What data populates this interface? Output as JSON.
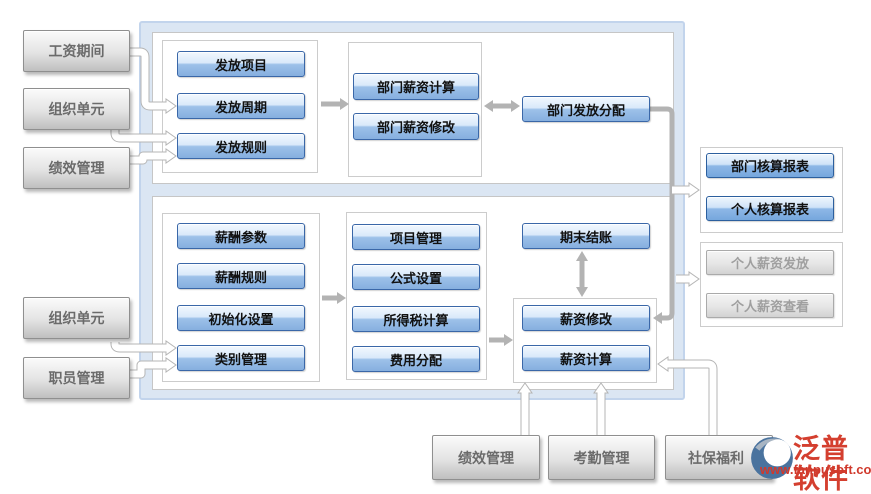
{
  "nodes": {
    "salary_period": "工资期间",
    "org_unit_top": "组织单元",
    "perf_mgmt_left": "绩效管理",
    "org_unit_bottom": "组织单元",
    "staff_mgmt": "职员管理",
    "issue_item": "发放项目",
    "issue_cycle": "发放周期",
    "issue_rule": "发放规则",
    "dept_salary_calc": "部门薪资计算",
    "dept_salary_modify": "部门薪资修改",
    "dept_issue_alloc": "部门发放分配",
    "salary_param": "薪酬参数",
    "salary_rule": "薪酬规则",
    "init_setting": "初始化设置",
    "category_mgmt": "类别管理",
    "project_mgmt": "项目管理",
    "formula_setting": "公式设置",
    "income_tax_calc": "所得税计算",
    "expense_alloc": "费用分配",
    "period_end_close": "期末结账",
    "salary_modify": "薪资修改",
    "salary_calc": "薪资计算",
    "dept_report": "部门核算报表",
    "personal_report": "个人核算报表",
    "personal_salary_issue": "个人薪资发放",
    "personal_salary_view": "个人薪资查看",
    "perf_mgmt_bottom": "绩效管理",
    "attendance_mgmt": "考勤管理",
    "social_security": "社保福利"
  },
  "logo": {
    "brand": "泛普软件",
    "website": "www.fanpusoft.com"
  },
  "colors": {
    "container_fill": "#dbe6f3",
    "node_blue_border": "#3a67a8",
    "arrow_gray": "#b3b3b3",
    "brand_red": "#d43f2f"
  }
}
